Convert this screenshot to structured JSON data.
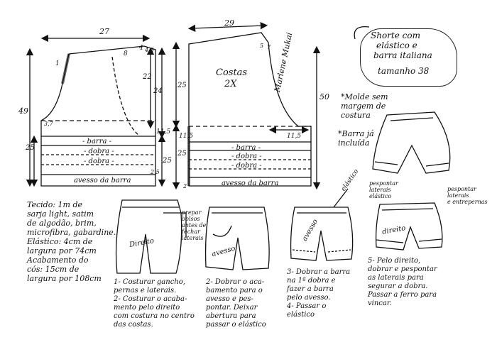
{
  "title_box": {
    "line1": "Shorte com",
    "line2": "elástico e",
    "line3": "barra italiana",
    "line4": "tamanho 38"
  },
  "notes": {
    "mold": "*Molde sem\nmargem de\ncostura",
    "barra": "*Barra já\nincluída"
  },
  "front_piece": {
    "width": "27",
    "height": "49",
    "seg_8": "8",
    "seg_4": "4",
    "seg_4_3": "4,3",
    "seg_1": "1",
    "seg_22": "22",
    "seg_24": "24",
    "seg_11_5": "11,5",
    "seg_3_7": "3,7",
    "seg_25a": "25",
    "seg_25b": "25",
    "seg_2_5": "2,5",
    "barra": "- barra -",
    "dobra1": "- dobra -",
    "dobra2": "- dobra -",
    "avesso": "avesso da barra"
  },
  "back_piece": {
    "width": "29",
    "label": "Costas",
    "qty": "2X",
    "seg_25a": "25",
    "seg_25b": "25",
    "seg_50": "50",
    "seg_11_5a": "11,5",
    "seg_11_5b": "11,5",
    "seg_5": "5",
    "seg_7": "7",
    "seg_2": "2",
    "barra": "- barra -",
    "dobra1": "- dobra -",
    "dobra2": "- dobra -",
    "avesso": "avesso da barra",
    "signature": "Marlene Mukai"
  },
  "materials": "Tecido: 1m de\nsarja light, satim\nde algodão, brim,\nmicrofibra, gabardine.\nElástico: 4cm de\nlargura por 74cm\nAcabamento do\ncós: 15cm de\nlargura por 108cm",
  "fig1": {
    "label": "Direito",
    "side_note": "prepar\nbolsos\nantes de\nfechar\nlaterais"
  },
  "fig2": {
    "label": "avesso"
  },
  "fig3": {
    "label": "avesso",
    "tag": "elástico"
  },
  "fig4": {
    "label": "direito",
    "note_left": "pespontar\nlaterais\nelástico",
    "note_right": "pespontar\nlaterais\ne entrepernas"
  },
  "steps": {
    "s1": "1- Costurar gancho,\npernas e laterais.\n2- Costurar o acaba-\nmento pelo direito\ncom costura no centro\ndas costas.",
    "s2": "2- Dobrar o aca-\nbamento para o\navesso e pes-\npontar. Deixar\nabertura para\npassar o elástico",
    "s3": "3- Dobrar a barra\nna 1ª dobra e\nfazer a barra\npelo avesso.\n4- Passar o\nelástico",
    "s5": "5- Pelo direito,\ndobrar e pespontar\nas laterais para\nsegurar a dobra.\nPassar a ferro para\nvincar."
  }
}
